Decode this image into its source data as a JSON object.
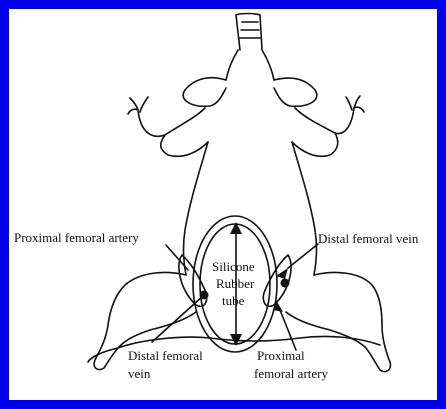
{
  "colors": {
    "border": "#0000ee",
    "background": "#ffffff",
    "ink": "#111111"
  },
  "labels": {
    "proximal_femoral_artery_left": "Proximal femoral artery",
    "distal_femoral_vein_right": "Distal femoral vein",
    "silicone_tube_line1": "Silicone",
    "silicone_tube_line2": "Rubber",
    "silicone_tube_line3": "tube",
    "distal_femoral_vein_bottom_line1": "Distal femoral",
    "distal_femoral_vein_bottom_line2": "vein",
    "proximal_femoral_artery_bottom_line1": "Proximal",
    "proximal_femoral_artery_bottom_line2": "femoral artery"
  }
}
